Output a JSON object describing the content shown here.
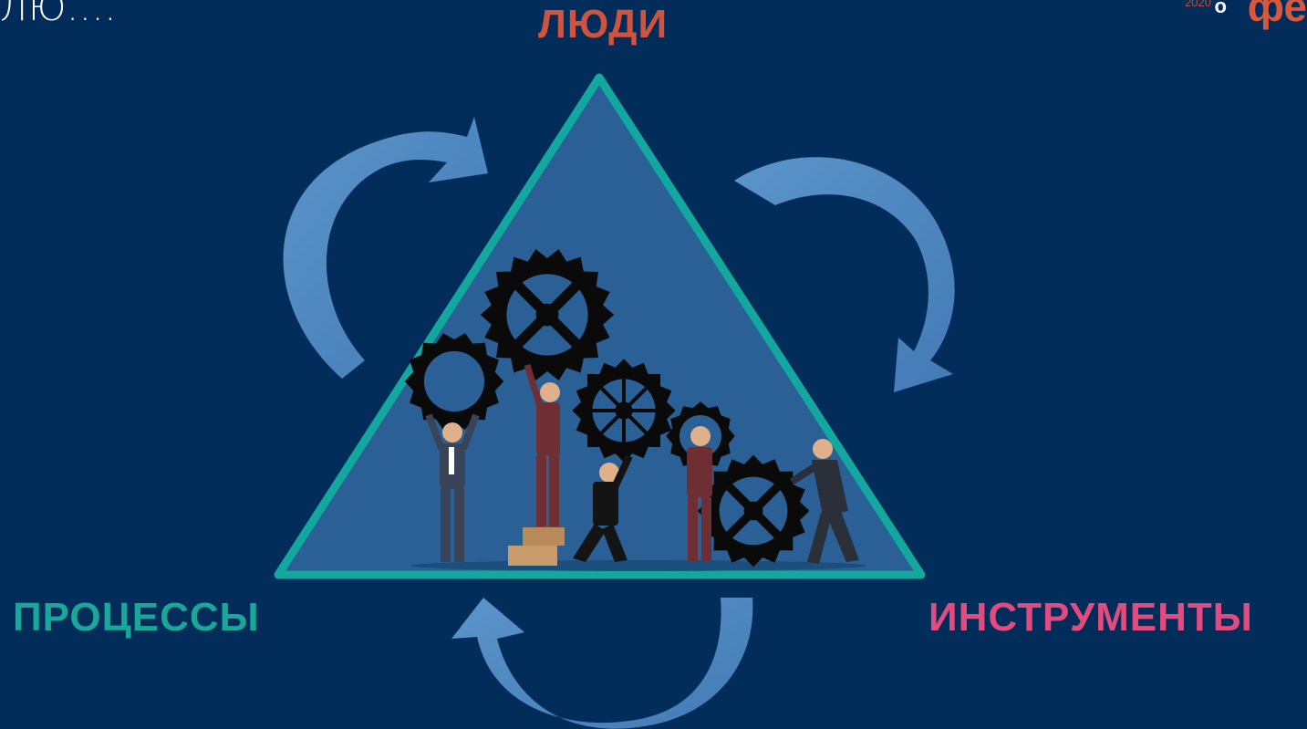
{
  "slide": {
    "title_fragment": "ЛЮ....",
    "logo": {
      "year": "2020",
      "mark": "о",
      "text": "фе"
    },
    "nodes": {
      "top": "ЛЮДИ",
      "left": "ПРОЦЕССЫ",
      "right": "ИНСТРУМЕНТЫ"
    }
  },
  "colors": {
    "background": "#022d5b",
    "triangle_fill": "#2a6096",
    "triangle_stroke": "#13a89e",
    "arrow": "#5b9bd5",
    "people_label": "#d0533e",
    "processes_label": "#17a89a",
    "tools_label": "#e14b7e",
    "gear": "#0a0a0a"
  },
  "icons": [
    "cycle-arrow-icon",
    "gear-icon",
    "person-icon",
    "box-icon"
  ]
}
